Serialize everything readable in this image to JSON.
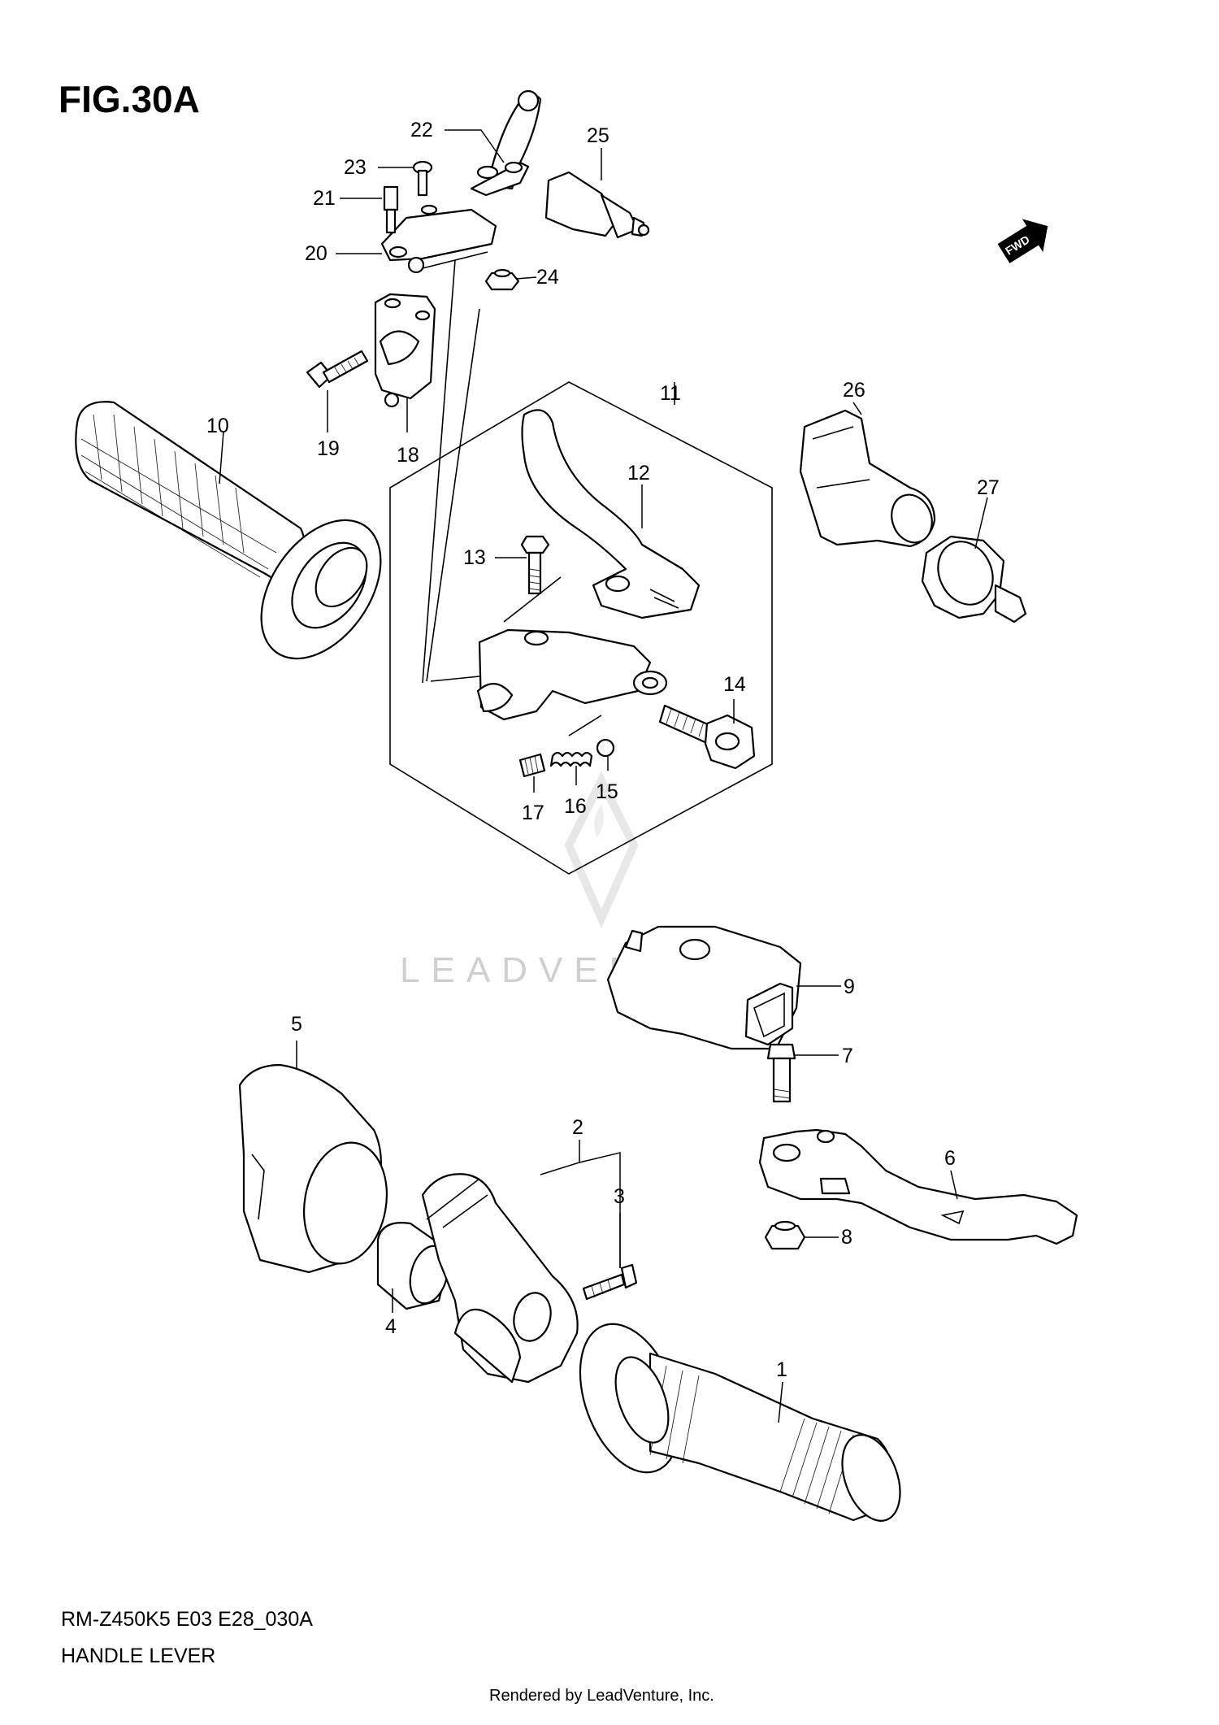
{
  "figure": {
    "title": "FIG.30A",
    "model_code": "RM-Z450K5 E03 E28_030A",
    "caption": "HANDLE LEVER",
    "rendered_by": "Rendered by LeadVenture, Inc.",
    "watermark": "LEADVENTURE",
    "direction_label": "FWD"
  },
  "callouts": [
    {
      "id": "c1",
      "text": "1"
    },
    {
      "id": "c2",
      "text": "2"
    },
    {
      "id": "c3",
      "text": "3"
    },
    {
      "id": "c4",
      "text": "4"
    },
    {
      "id": "c5",
      "text": "5"
    },
    {
      "id": "c6",
      "text": "6"
    },
    {
      "id": "c7",
      "text": "7"
    },
    {
      "id": "c8",
      "text": "8"
    },
    {
      "id": "c9",
      "text": "9"
    },
    {
      "id": "c10",
      "text": "10"
    },
    {
      "id": "c11",
      "text": "11"
    },
    {
      "id": "c12",
      "text": "12"
    },
    {
      "id": "c13",
      "text": "13"
    },
    {
      "id": "c14",
      "text": "14"
    },
    {
      "id": "c15",
      "text": "15"
    },
    {
      "id": "c16",
      "text": "16"
    },
    {
      "id": "c17",
      "text": "17"
    },
    {
      "id": "c18",
      "text": "18"
    },
    {
      "id": "c19",
      "text": "19"
    },
    {
      "id": "c20",
      "text": "20"
    },
    {
      "id": "c21",
      "text": "21"
    },
    {
      "id": "c22",
      "text": "22"
    },
    {
      "id": "c23",
      "text": "23"
    },
    {
      "id": "c24",
      "text": "24"
    },
    {
      "id": "c25",
      "text": "25"
    },
    {
      "id": "c26",
      "text": "26"
    },
    {
      "id": "c27",
      "text": "27"
    }
  ]
}
